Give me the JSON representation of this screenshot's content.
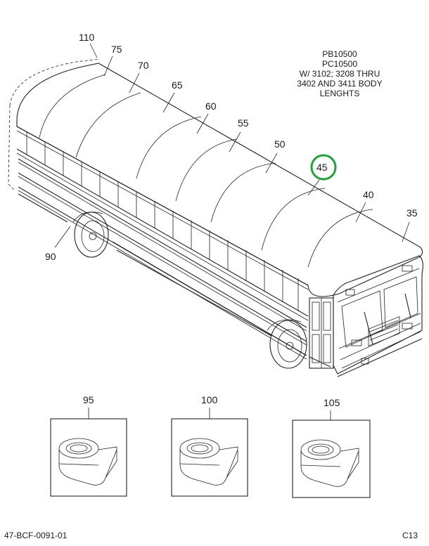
{
  "callouts": [
    {
      "id": "110",
      "label": "110"
    },
    {
      "id": "75",
      "label": "75"
    },
    {
      "id": "70",
      "label": "70"
    },
    {
      "id": "65",
      "label": "65"
    },
    {
      "id": "60",
      "label": "60"
    },
    {
      "id": "55",
      "label": "55"
    },
    {
      "id": "50",
      "label": "50"
    },
    {
      "id": "45",
      "label": "45",
      "highlighted": true
    },
    {
      "id": "40",
      "label": "40"
    },
    {
      "id": "35",
      "label": "35"
    },
    {
      "id": "90",
      "label": "90"
    },
    {
      "id": "95",
      "label": "95"
    },
    {
      "id": "100",
      "label": "100"
    },
    {
      "id": "105",
      "label": "105"
    }
  ],
  "note": {
    "lines": [
      "PB10500",
      "PC10500",
      "W/ 3102; 3208 THRU",
      "3402 AND 3411 BODY",
      "LENGHTS"
    ]
  },
  "footer": {
    "left": "47-BCF-0091-01",
    "right": "C13"
  },
  "colors": {
    "line": "#222222",
    "highlight": "#22a03a",
    "background": "#ffffff"
  }
}
